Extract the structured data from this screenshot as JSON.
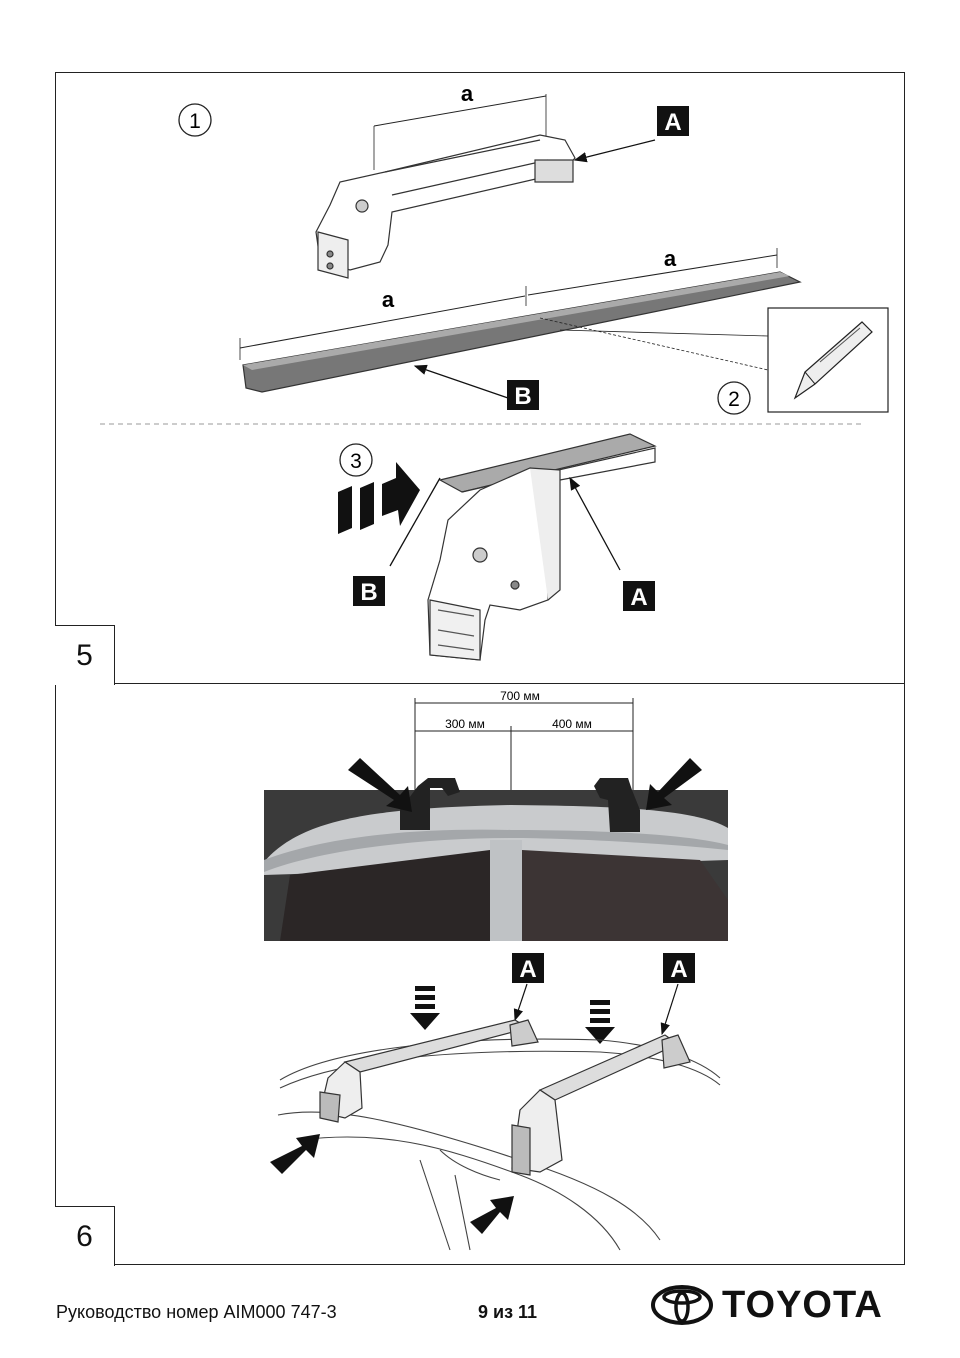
{
  "step5": {
    "number": "5",
    "sub1": "1",
    "sub2": "2",
    "sub3": "3",
    "dim_a": "a",
    "label_A": "A",
    "label_B": "B"
  },
  "step6": {
    "number": "6",
    "dim_total": "700 мм",
    "dim_left": "300 мм",
    "dim_right": "400 мм",
    "label_A": "A"
  },
  "footer": {
    "manual_text": "Руководство номер AIM000 747-3",
    "page": "9 из 11",
    "brand": "TOYOTA"
  }
}
